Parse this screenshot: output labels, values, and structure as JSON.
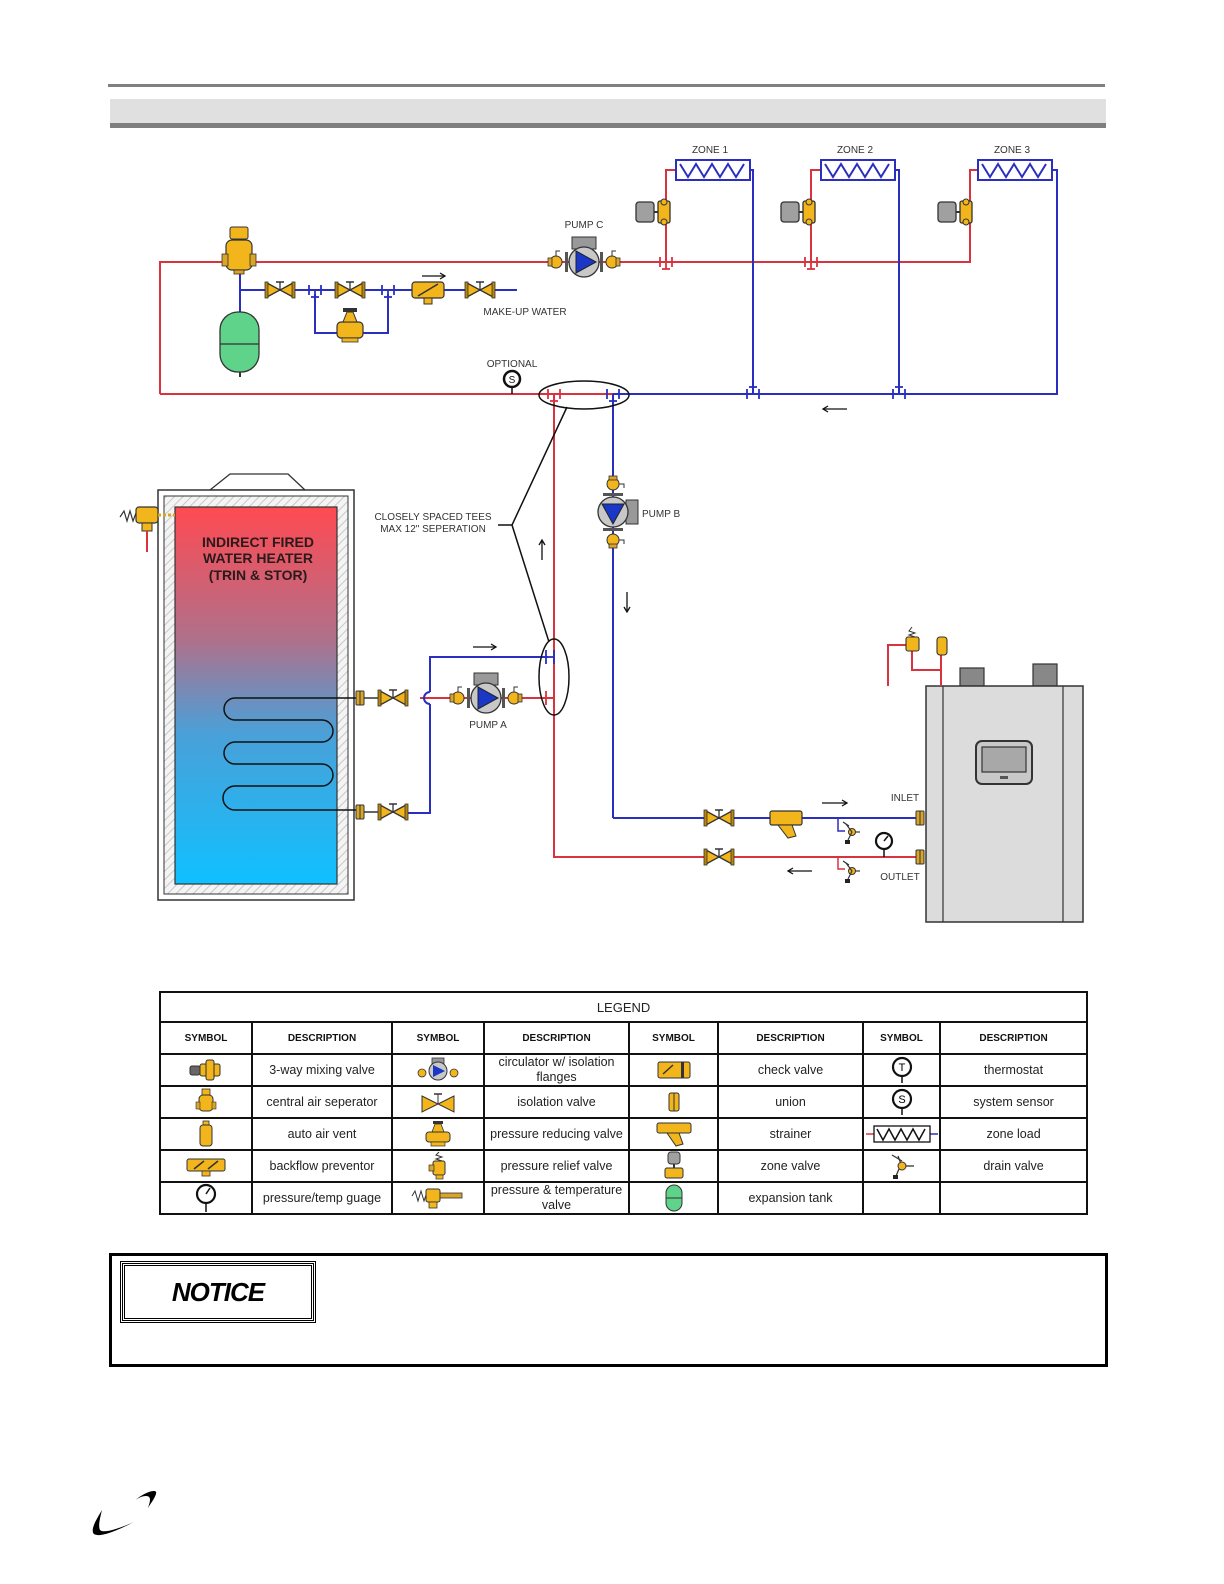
{
  "diagram": {
    "zones": [
      {
        "label": "ZONE 1"
      },
      {
        "label": "ZONE 2"
      },
      {
        "label": "ZONE 3"
      }
    ],
    "pumps": {
      "a": "PUMP A",
      "b": "PUMP B",
      "c": "PUMP C"
    },
    "labels": {
      "makeup_water": "MAKE-UP WATER",
      "optional": "OPTIONAL",
      "sensor_letter": "S",
      "tees_line1": "CLOSELY SPACED TEES",
      "tees_line2": "MAX 12\" SEPERATION",
      "heater_line1": "INDIRECT FIRED",
      "heater_line2": "WATER HEATER",
      "heater_line3": "(TRIN & STOR)",
      "inlet": "INLET",
      "outlet": "OUTLET"
    },
    "colors": {
      "supply_pipe": "#d9333f",
      "return_pipe": "#2a2fc0",
      "fitting_gold": "#f2b51c",
      "expansion_tank": "#5fd38a",
      "boiler_body": "#dcdcdc"
    }
  },
  "legend": {
    "title": "LEGEND",
    "headers": [
      "SYMBOL",
      "DESCRIPTION",
      "SYMBOL",
      "DESCRIPTION",
      "SYMBOL",
      "DESCRIPTION",
      "SYMBOL",
      "DESCRIPTION"
    ],
    "rows": [
      [
        "3-way mixing valve",
        "circulator w/ isolation flanges",
        "check valve",
        "thermostat"
      ],
      [
        "central air seperator",
        "isolation valve",
        "union",
        "system sensor"
      ],
      [
        "auto air vent",
        "pressure reducing valve",
        "strainer",
        "zone load"
      ],
      [
        "backflow preventor",
        "pressure relief valve",
        "zone valve",
        "drain valve"
      ],
      [
        "pressure/temp guage",
        "pressure & temperature valve",
        "expansion tank",
        ""
      ]
    ],
    "symbols": [
      [
        "mixing-valve-icon",
        "circulator-icon",
        "check-valve-icon",
        "thermostat-icon"
      ],
      [
        "air-separator-icon",
        "isolation-valve-icon",
        "union-icon",
        "system-sensor-icon"
      ],
      [
        "auto-air-vent-icon",
        "pressure-reducing-valve-icon",
        "strainer-icon",
        "zone-load-icon"
      ],
      [
        "backflow-preventer-icon",
        "pressure-relief-valve-icon",
        "zone-valve-icon",
        "drain-valve-icon"
      ],
      [
        "pressure-gauge-icon",
        "pt-valve-icon",
        "expansion-tank-icon",
        ""
      ]
    ],
    "thermostat_letter": "T",
    "sensor_letter": "S"
  },
  "notice": {
    "badge": "NOTICE"
  }
}
